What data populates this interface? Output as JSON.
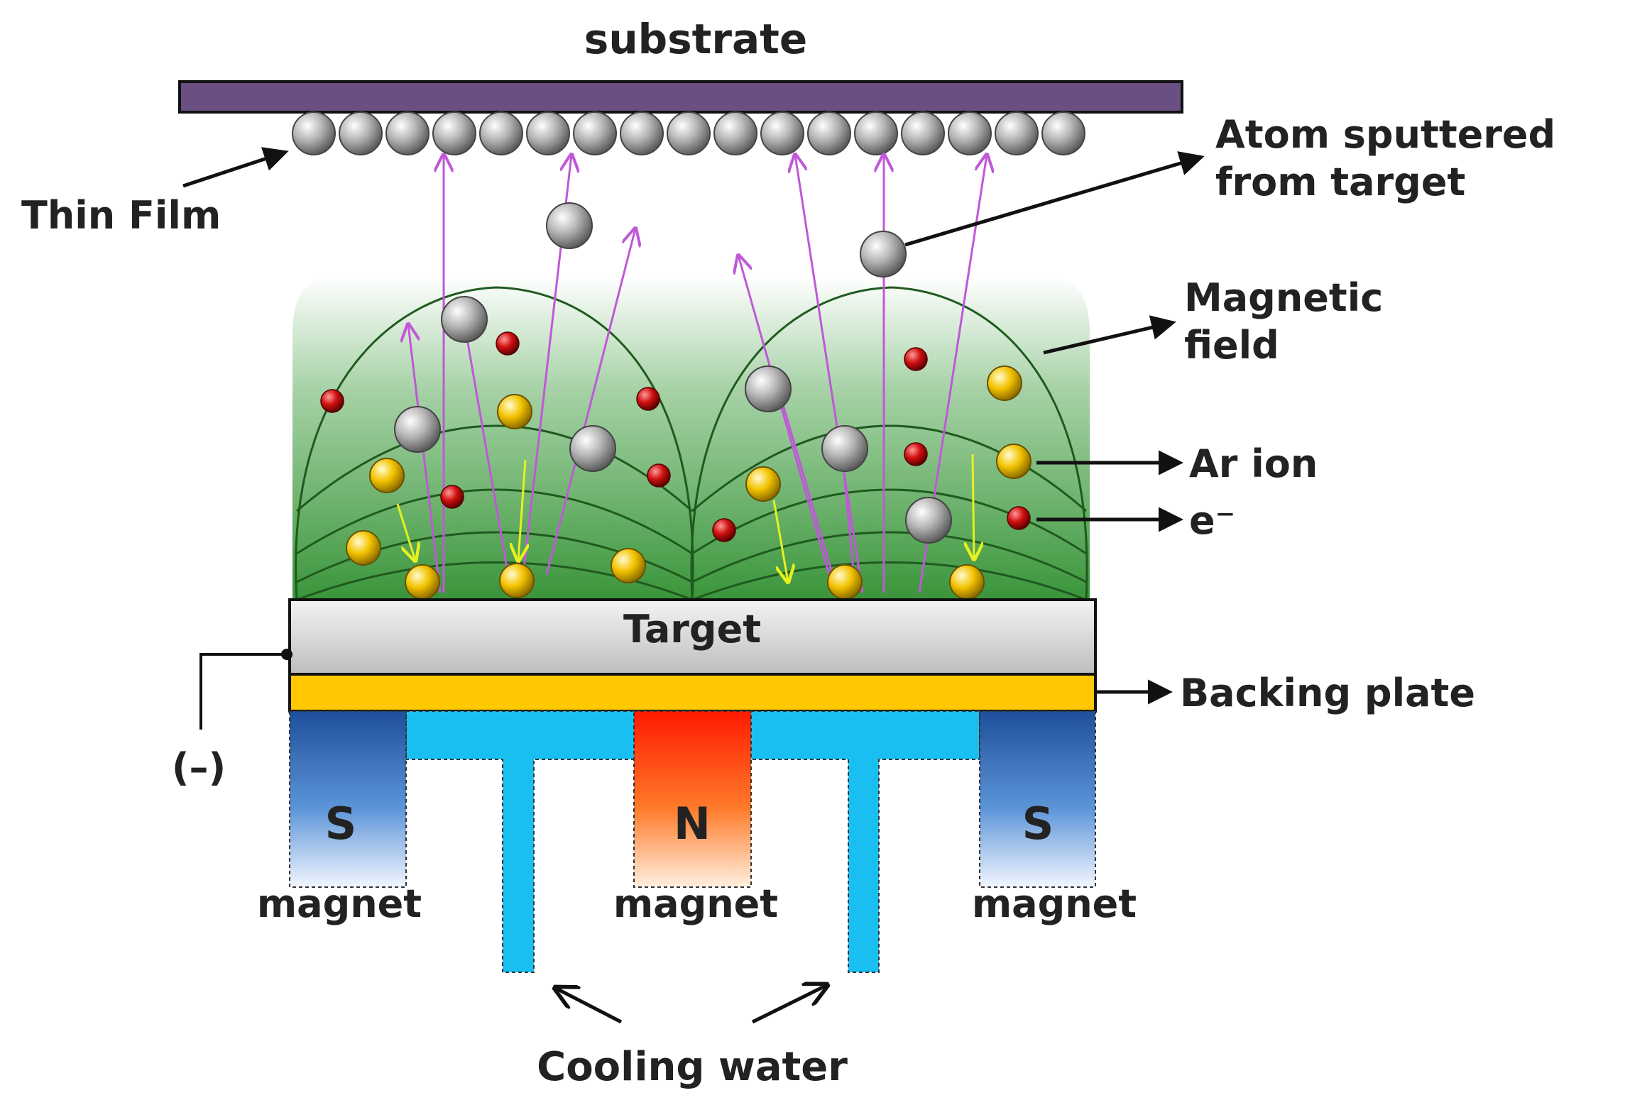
{
  "labels": {
    "substrate": "substrate",
    "thin_film": "Thin Film",
    "atom_sputtered_line1": "Atom sputtered",
    "atom_sputtered_line2": "from target",
    "magnetic_line1": "Magnetic",
    "magnetic_line2": "field",
    "ar_ion": "Ar ion",
    "electron": "e⁻",
    "target": "Target",
    "backing_plate": "Backing plate",
    "cathode": "(–)",
    "magnet_left_pole": "S",
    "magnet_center_pole": "N",
    "magnet_right_pole": "S",
    "magnet_left": "magnet",
    "magnet_center": "magnet",
    "magnet_right": "magnet",
    "cooling_water": "Cooling water"
  },
  "colors": {
    "substrate": "#6a4f82",
    "film_atom": "#a8a8a8",
    "plasma_green": "#3a9a3a",
    "field_line": "#1f5a1f",
    "sputter_path": "#c058d8",
    "ion_path": "#e8f020",
    "ar_ion": "#f0c000",
    "electron": "#cc1010",
    "target": "#d8d8d8",
    "backing_plate": "#ffc800",
    "cooling_water": "#19bff0",
    "magnet_s": "#2f6fc0",
    "magnet_n": "#ff3000"
  }
}
